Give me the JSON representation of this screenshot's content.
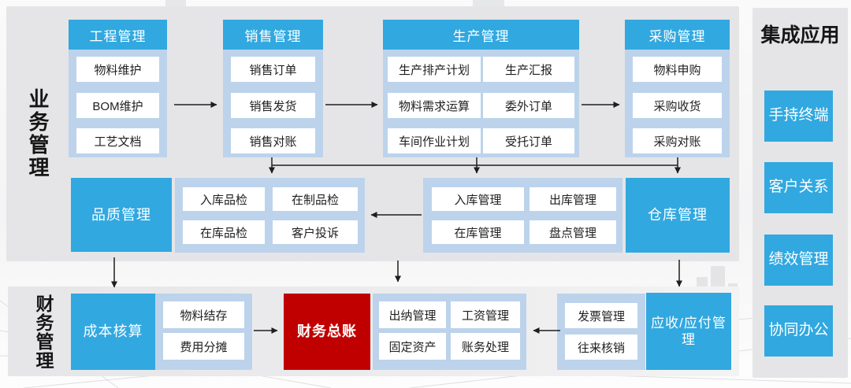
{
  "page": {
    "business_label": "业务管理",
    "finance_label": "财务管理"
  },
  "columns": [
    {
      "title": "工程管理",
      "items": [
        "物料维护",
        "BOM维护",
        "工艺文档"
      ]
    },
    {
      "title": "销售管理",
      "items": [
        "销售订单",
        "销售发货",
        "销售对账"
      ]
    },
    {
      "title": "生产管理",
      "items": [
        "生产排产计划",
        "生产汇报",
        "物料需求运算",
        "委外订单",
        "车间作业计划",
        "受托订单"
      ]
    },
    {
      "title": "采购管理",
      "items": [
        "物料申购",
        "采购收货",
        "采购对账"
      ]
    }
  ],
  "middle": {
    "quality_title": "品质管理",
    "quality_items": [
      "入库品检",
      "在制品检",
      "在库品检",
      "客户投诉"
    ],
    "stock_items": [
      "入库管理",
      "出库管理",
      "在库管理",
      "盘点管理"
    ],
    "warehouse_title": "仓库管理"
  },
  "finance": {
    "cost_title": "成本核算",
    "cost_items": [
      "物料结存",
      "费用分摊"
    ],
    "ledger_title": "财务总账",
    "account_items": [
      "出纳管理",
      "工资管理",
      "固定资产",
      "账务处理"
    ],
    "invoice_items": [
      "发票管理",
      "往来核销"
    ],
    "ar_ap_title": "应收/应付管理"
  },
  "sidebar": {
    "title": "集成应用",
    "items": [
      "手持终端",
      "客户关系",
      "绩效管理",
      "协同办公"
    ]
  },
  "colors": {
    "accent_blue": "#31A8E0",
    "light_blue": "#BCD3EB",
    "accent_red": "#C00000"
  }
}
